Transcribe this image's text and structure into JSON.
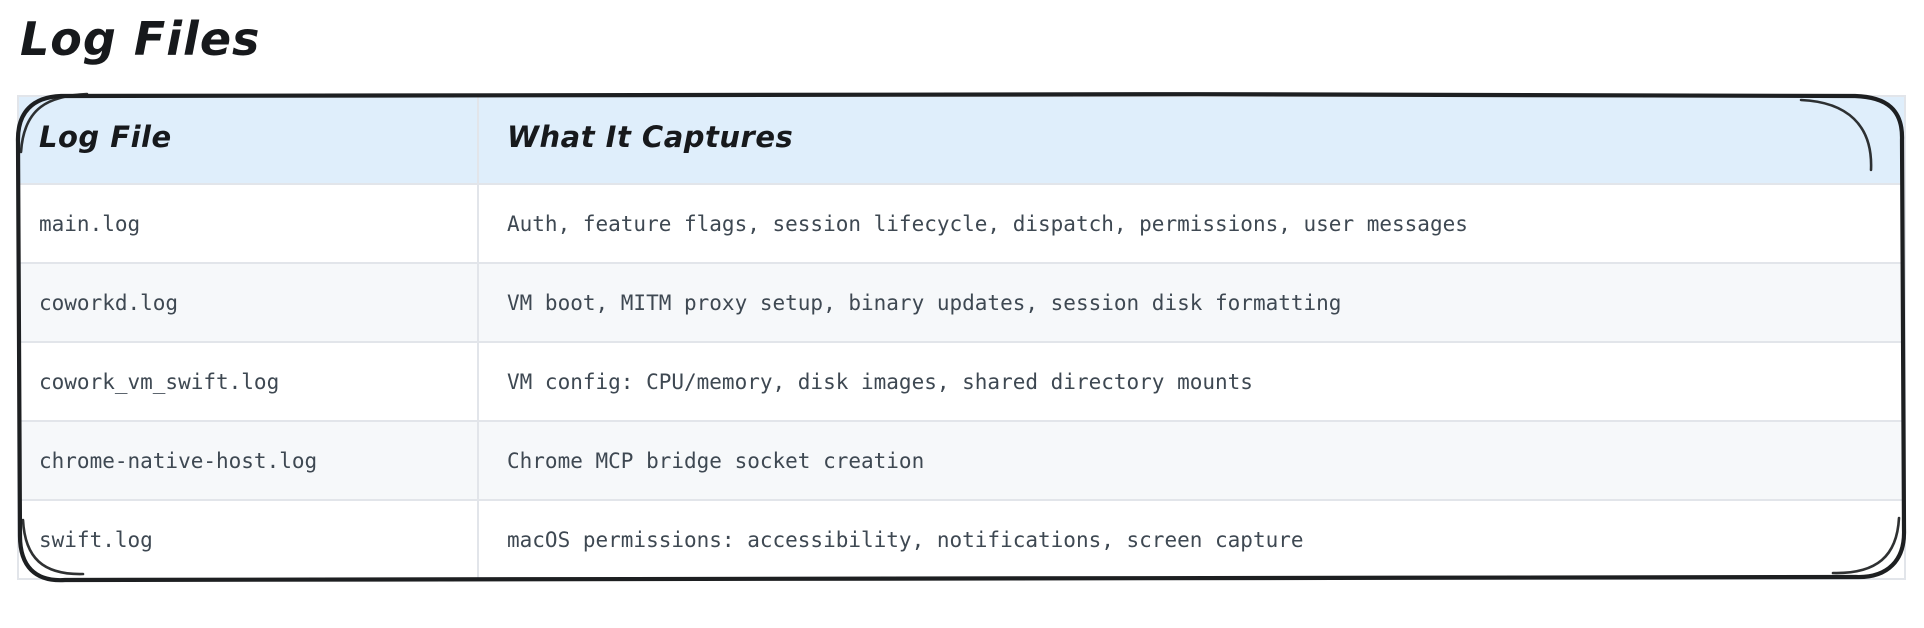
{
  "page": {
    "title": "Log Files"
  },
  "table": {
    "columns": [
      {
        "label": "Log File"
      },
      {
        "label": "What It Captures"
      }
    ],
    "rows": [
      {
        "file": "main.log",
        "captures": "Auth, feature flags, session lifecycle, dispatch, permissions, user messages"
      },
      {
        "file": "coworkd.log",
        "captures": "VM boot, MITM proxy setup, binary updates, session disk formatting"
      },
      {
        "file": "cowork_vm_swift.log",
        "captures": "VM config: CPU/memory, disk images, shared directory mounts"
      },
      {
        "file": "chrome-native-host.log",
        "captures": "Chrome MCP bridge socket creation"
      },
      {
        "file": "swift.log",
        "captures": "macOS permissions: accessibility, notifications, screen capture"
      }
    ]
  },
  "colors": {
    "header_bg": "#dfeefb",
    "row_bg": "#ffffff",
    "row_stripe_bg": "#f6f8fa",
    "grid_line": "#e2e5ea",
    "sketch_border": "#1d1f21",
    "body_text": "#3e4852",
    "heading_text": "#17191c"
  }
}
